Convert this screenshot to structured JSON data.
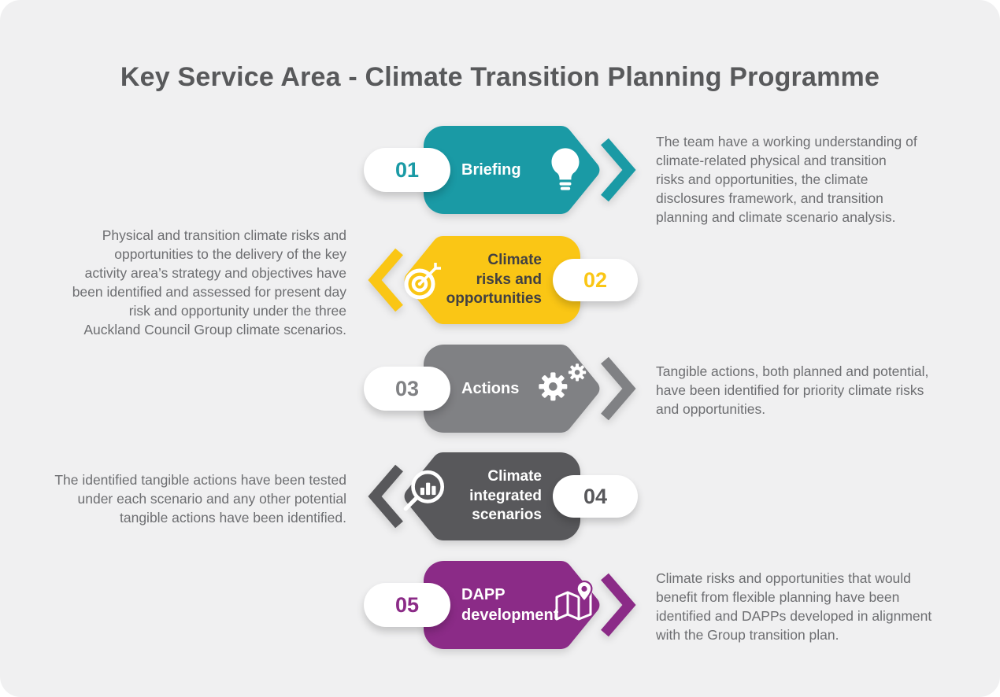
{
  "title": "Key Service Area - Climate Transition Planning Programme",
  "colors": {
    "canvas": "#ffffff",
    "card_background": "#f0f0f1",
    "title_text": "#58595b",
    "description_text": "#6d6e71",
    "pill_background": "#ffffff"
  },
  "steps": [
    {
      "number": "01",
      "label": "Briefing",
      "label_color": "#ffffff",
      "color": "#1a9aa5",
      "icon": "lightbulb-icon",
      "direction": "right",
      "description": "The team have a working understanding of climate-related physical and transition risks and opportunities, the climate disclosures framework, and transition planning and climate scenario analysis."
    },
    {
      "number": "02",
      "label": "Climate\nrisks and\nopportunities",
      "label_color": "#414042",
      "color": "#fac615",
      "icon": "target-icon",
      "direction": "left",
      "description": "Physical and transition climate risks and opportunities to the delivery of the key activity area’s strategy and objectives have been identified and assessed for present day risk and opportunity under the three Auckland Council Group climate scenarios."
    },
    {
      "number": "03",
      "label": "Actions",
      "label_color": "#ffffff",
      "color": "#808184",
      "icon": "gears-icon",
      "direction": "right",
      "description": "Tangible actions, both planned and potential, have been identified for priority climate risks and opportunities."
    },
    {
      "number": "04",
      "label": "Climate\nintegrated\nscenarios",
      "label_color": "#ffffff",
      "color": "#58585b",
      "icon": "magnifier-chart-icon",
      "direction": "left",
      "description": "The identified tangible actions have been tested under each scenario and any other potential tangible actions have been identified."
    },
    {
      "number": "05",
      "label": "DAPP\ndevelopment",
      "label_color": "#ffffff",
      "color": "#8b2b87",
      "icon": "map-pin-icon",
      "direction": "right",
      "description": "Climate risks and opportunities that would benefit from flexible planning have been identified and DAPPs developed in alignment with the Group transition plan."
    }
  ]
}
